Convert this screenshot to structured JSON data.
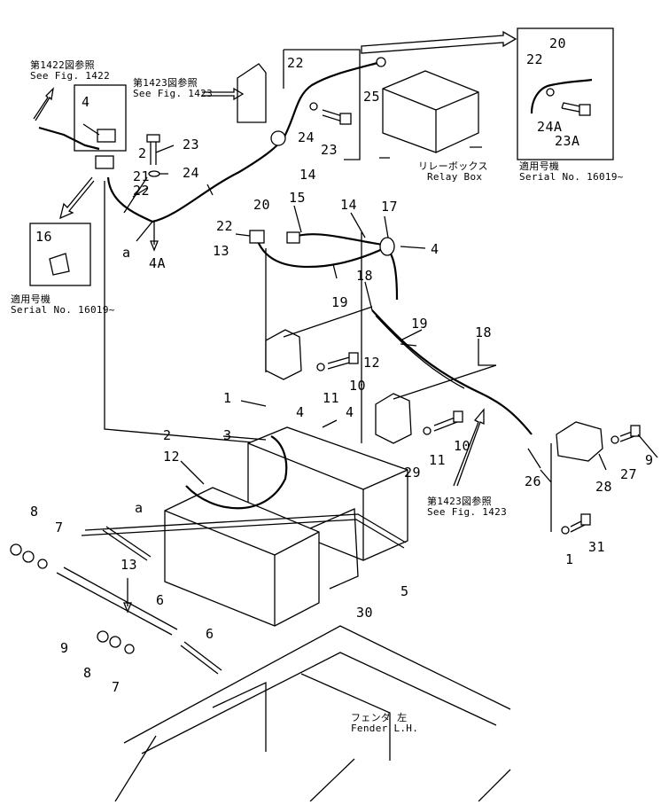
{
  "callouts": {
    "fig1422_ref_jp": "第1422図参照",
    "fig1422_ref_en": "See Fig. 1422",
    "fig1423_ref_top_jp": "第1423図参照",
    "fig1423_ref_top_en": "See Fig. 1423",
    "fig1423_ref_mid_jp": "第1423図参照",
    "fig1423_ref_mid_en": "See Fig. 1423",
    "relay_box_jp": "リレーボックス",
    "relay_box_en": "Relay Box",
    "serial_left_jp": "適用号機",
    "serial_left_en": "Serial No. 16019~",
    "serial_right_jp": "適用号機",
    "serial_right_en": "Serial No. 16019~",
    "fender_jp": "フェンダ 左",
    "fender_en": "Fender L.H."
  },
  "part_numbers": [
    {
      "id": "p20_box",
      "text": "20"
    },
    {
      "id": "p22_box",
      "text": "22"
    },
    {
      "id": "p24a_box",
      "text": "24A"
    },
    {
      "id": "p23a_box",
      "text": "23A"
    },
    {
      "id": "p22_top",
      "text": "22"
    },
    {
      "id": "p25",
      "text": "25"
    },
    {
      "id": "p24_top",
      "text": "24"
    },
    {
      "id": "p23_top",
      "text": "23"
    },
    {
      "id": "p14_top",
      "text": "14"
    },
    {
      "id": "p4_box",
      "text": "4"
    },
    {
      "id": "p2_top",
      "text": "2"
    },
    {
      "id": "p23_mid",
      "text": "23"
    },
    {
      "id": "p21",
      "text": "21"
    },
    {
      "id": "p24_mid",
      "text": "24"
    },
    {
      "id": "p22_mid",
      "text": "22"
    },
    {
      "id": "p20_mid",
      "text": "20"
    },
    {
      "id": "p22_low",
      "text": "22"
    },
    {
      "id": "p_a_top",
      "text": "a"
    },
    {
      "id": "p4a_box",
      "text": "4A"
    },
    {
      "id": "p16",
      "text": "16"
    },
    {
      "id": "p15",
      "text": "15"
    },
    {
      "id": "p14_mid",
      "text": "14"
    },
    {
      "id": "p17",
      "text": "17"
    },
    {
      "id": "p4_mid",
      "text": "4"
    },
    {
      "id": "p13_mid",
      "text": "13"
    },
    {
      "id": "p19_mid",
      "text": "19"
    },
    {
      "id": "p18_a",
      "text": "18"
    },
    {
      "id": "p19_right",
      "text": "19"
    },
    {
      "id": "p18_b",
      "text": "18"
    },
    {
      "id": "p12_a",
      "text": "12"
    },
    {
      "id": "p11_a",
      "text": "11"
    },
    {
      "id": "p10_a",
      "text": "10"
    },
    {
      "id": "p4_low",
      "text": "4"
    },
    {
      "id": "p1_top",
      "text": "1"
    },
    {
      "id": "p4_low2",
      "text": "4"
    },
    {
      "id": "p2_low",
      "text": "2"
    },
    {
      "id": "p3",
      "text": "3"
    },
    {
      "id": "p12_b",
      "text": "12"
    },
    {
      "id": "p11_b",
      "text": "11"
    },
    {
      "id": "p10_b",
      "text": "10"
    },
    {
      "id": "p29",
      "text": "29"
    },
    {
      "id": "p26",
      "text": "26"
    },
    {
      "id": "p28",
      "text": "28"
    },
    {
      "id": "p27",
      "text": "27"
    },
    {
      "id": "p9_top",
      "text": "9"
    },
    {
      "id": "p8_top",
      "text": "8"
    },
    {
      "id": "p7_top",
      "text": "7"
    },
    {
      "id": "p_a_low",
      "text": "a"
    },
    {
      "id": "p13_low",
      "text": "13"
    },
    {
      "id": "p6_right",
      "text": "6"
    },
    {
      "id": "p5",
      "text": "5"
    },
    {
      "id": "p30",
      "text": "30"
    },
    {
      "id": "p31",
      "text": "31"
    },
    {
      "id": "p1_low",
      "text": "1"
    },
    {
      "id": "p6_left",
      "text": "6"
    },
    {
      "id": "p9_low",
      "text": "9"
    },
    {
      "id": "p8_low",
      "text": "8"
    },
    {
      "id": "p7_low",
      "text": "7"
    }
  ]
}
